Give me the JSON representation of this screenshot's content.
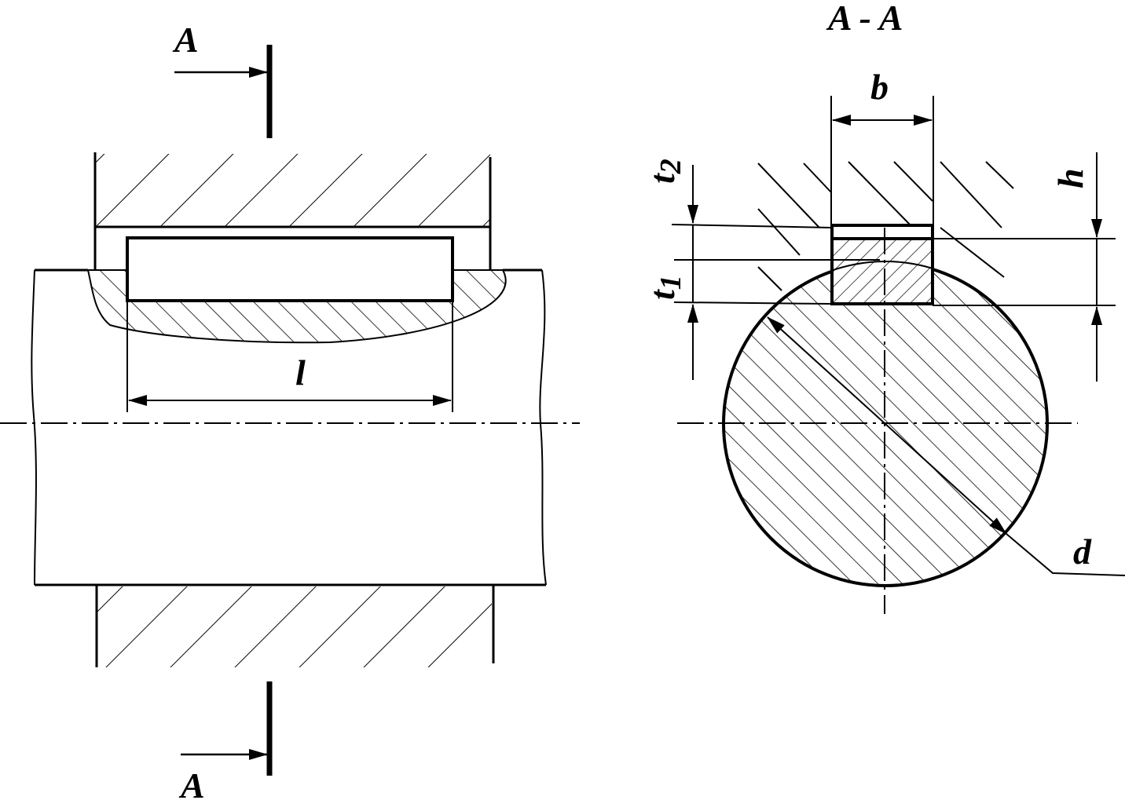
{
  "drawing": {
    "labels": {
      "section_top": "A",
      "section_bottom": "A",
      "section_title": "A - A",
      "key_length": "l",
      "key_width": "b",
      "key_height": "h",
      "hub_depth_main": "t",
      "hub_depth_sub": "2",
      "shaft_depth_main": "t",
      "shaft_depth_sub": "1",
      "shaft_diameter": "d"
    },
    "colors": {
      "line": "#000000",
      "background": "#ffffff"
    }
  }
}
